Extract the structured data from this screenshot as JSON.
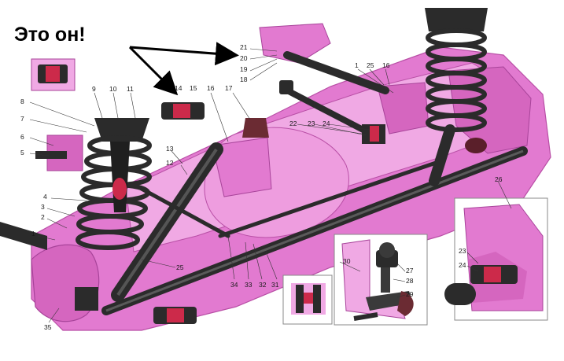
{
  "annotation": {
    "text": "Это он!"
  },
  "colors": {
    "background": "#ffffff",
    "body": "#e27ad0",
    "body_dark": "#b94fa6",
    "body_light": "#f0a9e4",
    "inset": "#f6d7f0",
    "metal": "#2b2b2b",
    "bushing": "#cc2a4a",
    "arrow": "#000000"
  },
  "part_labels": [
    {
      "id": "p1a",
      "text": "1"
    },
    {
      "id": "p1b",
      "text": "1"
    },
    {
      "id": "p2",
      "text": "2"
    },
    {
      "id": "p3",
      "text": "3"
    },
    {
      "id": "p4",
      "text": "4"
    },
    {
      "id": "p5",
      "text": "5"
    },
    {
      "id": "p6",
      "text": "6"
    },
    {
      "id": "p7",
      "text": "7"
    },
    {
      "id": "p8",
      "text": "8"
    },
    {
      "id": "p9",
      "text": "9"
    },
    {
      "id": "p10",
      "text": "10"
    },
    {
      "id": "p11",
      "text": "11"
    },
    {
      "id": "p12",
      "text": "12"
    },
    {
      "id": "p13",
      "text": "13"
    },
    {
      "id": "p14",
      "text": "14"
    },
    {
      "id": "p15",
      "text": "15"
    },
    {
      "id": "p16a",
      "text": "16"
    },
    {
      "id": "p16b",
      "text": "16"
    },
    {
      "id": "p17",
      "text": "17"
    },
    {
      "id": "p18",
      "text": "18"
    },
    {
      "id": "p19",
      "text": "19"
    },
    {
      "id": "p20",
      "text": "20"
    },
    {
      "id": "p21",
      "text": "21"
    },
    {
      "id": "p22",
      "text": "22"
    },
    {
      "id": "p23a",
      "text": "23"
    },
    {
      "id": "p23b",
      "text": "23"
    },
    {
      "id": "p24a",
      "text": "24"
    },
    {
      "id": "p24b",
      "text": "24"
    },
    {
      "id": "p25a",
      "text": "25"
    },
    {
      "id": "p25b",
      "text": "25"
    },
    {
      "id": "p26",
      "text": "26"
    },
    {
      "id": "p27",
      "text": "27"
    },
    {
      "id": "p28",
      "text": "28"
    },
    {
      "id": "p29",
      "text": "29"
    },
    {
      "id": "p30",
      "text": "30"
    },
    {
      "id": "p31",
      "text": "31"
    },
    {
      "id": "p32",
      "text": "32"
    },
    {
      "id": "p33",
      "text": "33"
    },
    {
      "id": "p34",
      "text": "34"
    },
    {
      "id": "p35",
      "text": "35"
    }
  ]
}
